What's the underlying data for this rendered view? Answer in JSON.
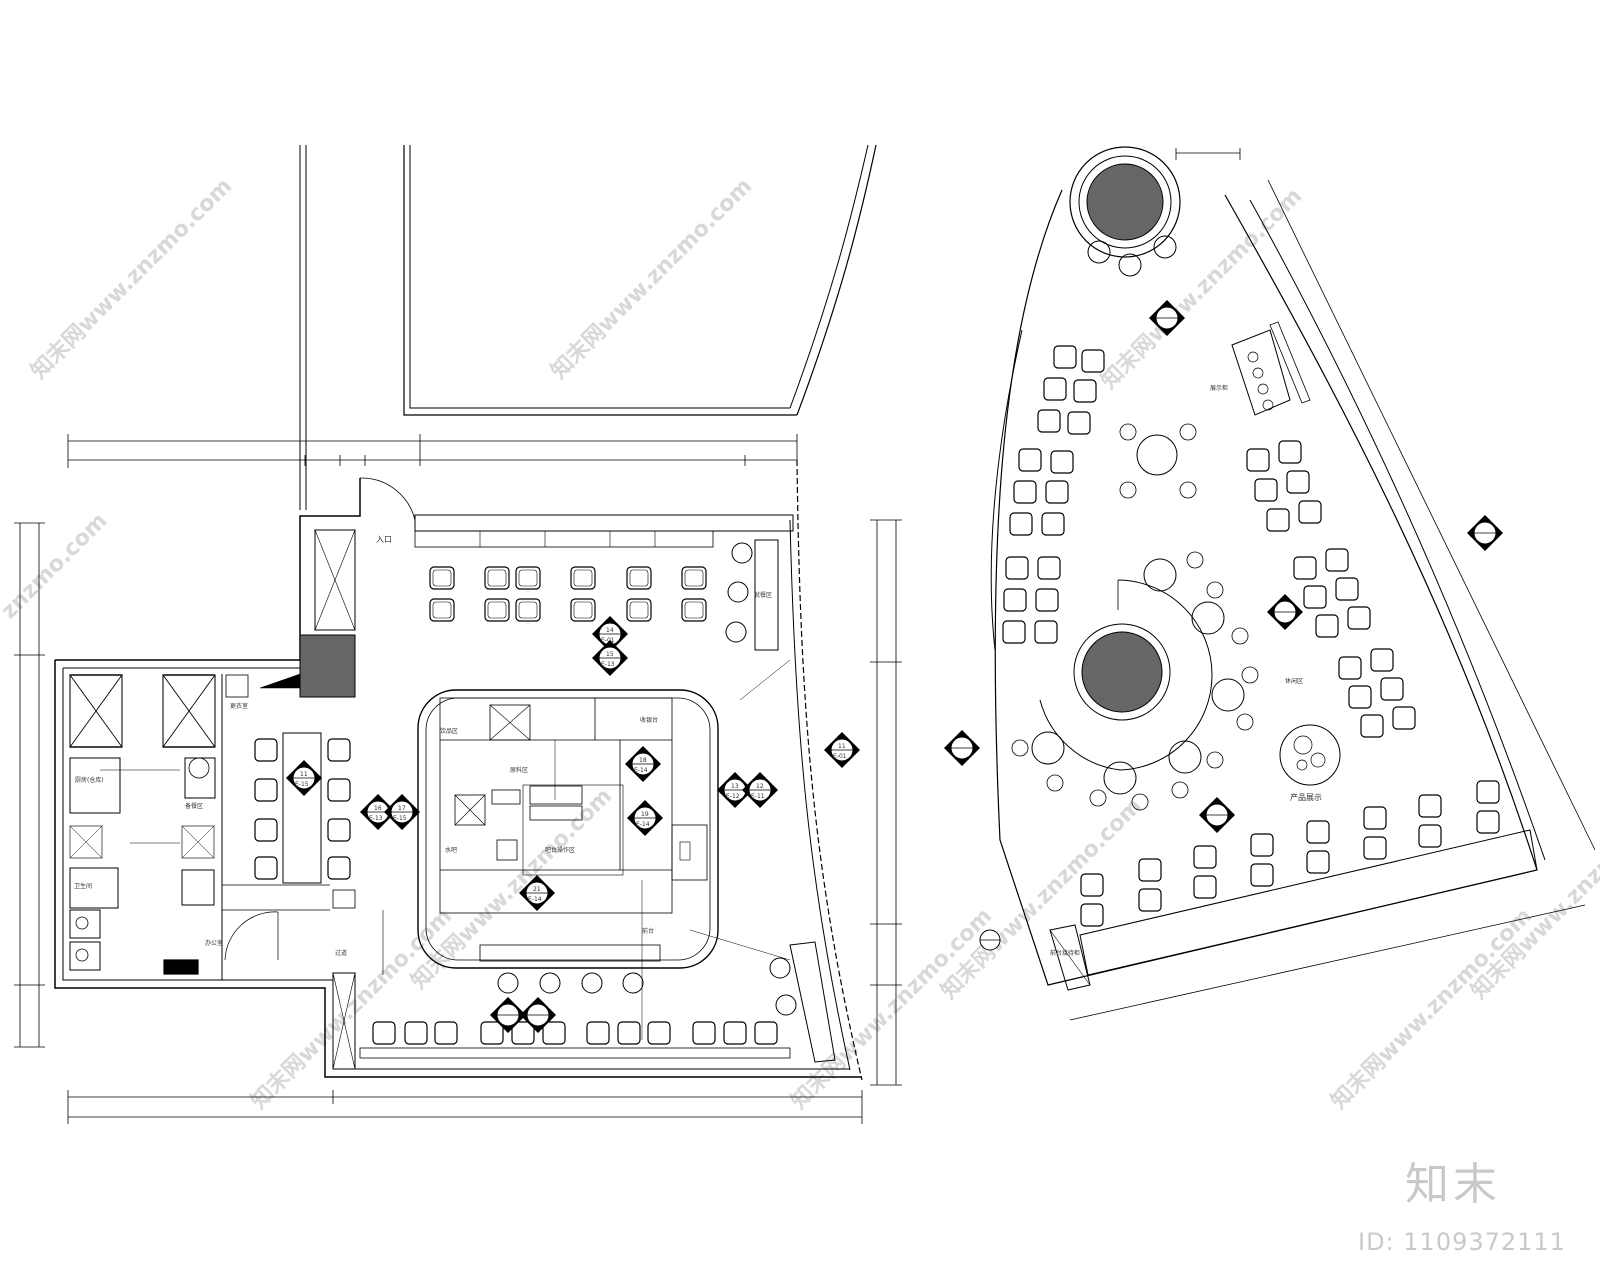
{
  "watermarks": {
    "site": "znzmo.com",
    "site_prefixed": "知末网www.znzmo.com",
    "brand": "知末",
    "image_id": "ID: 1109372111"
  },
  "left_plan": {
    "rooms": {
      "kitchen_store": "厨房(仓库)",
      "changing": "更衣室",
      "office": "办公室",
      "prep": "备餐区",
      "toilet": "卫生间",
      "bar_counter": "吧台操作区",
      "beverage": "饮品区",
      "ingredients": "原料区",
      "water": "水吧",
      "cashier": "收银台",
      "entrance": "入口",
      "corridor": "过道",
      "seating": "就餐区",
      "front_counter": "前台"
    },
    "section_markers": [
      {
        "num": "11",
        "sheet": "E-15"
      },
      {
        "num": "16",
        "sheet": "E-13"
      },
      {
        "num": "17",
        "sheet": "E-15"
      },
      {
        "num": "13",
        "sheet": "E-12"
      },
      {
        "num": "12",
        "sheet": "E-11"
      },
      {
        "num": "19",
        "sheet": "E-14"
      },
      {
        "num": "21",
        "sheet": "E-14"
      },
      {
        "num": "14",
        "sheet": "E-01"
      },
      {
        "num": "15",
        "sheet": "E-13"
      },
      {
        "num": "18",
        "sheet": "E-14"
      },
      {
        "num": "11",
        "sheet": "E-01"
      }
    ]
  },
  "right_plan": {
    "rooms": {
      "display": "产品展示",
      "lounge": "休闲区",
      "showcase": "展示柜",
      "reception": "前台接待柜"
    }
  }
}
